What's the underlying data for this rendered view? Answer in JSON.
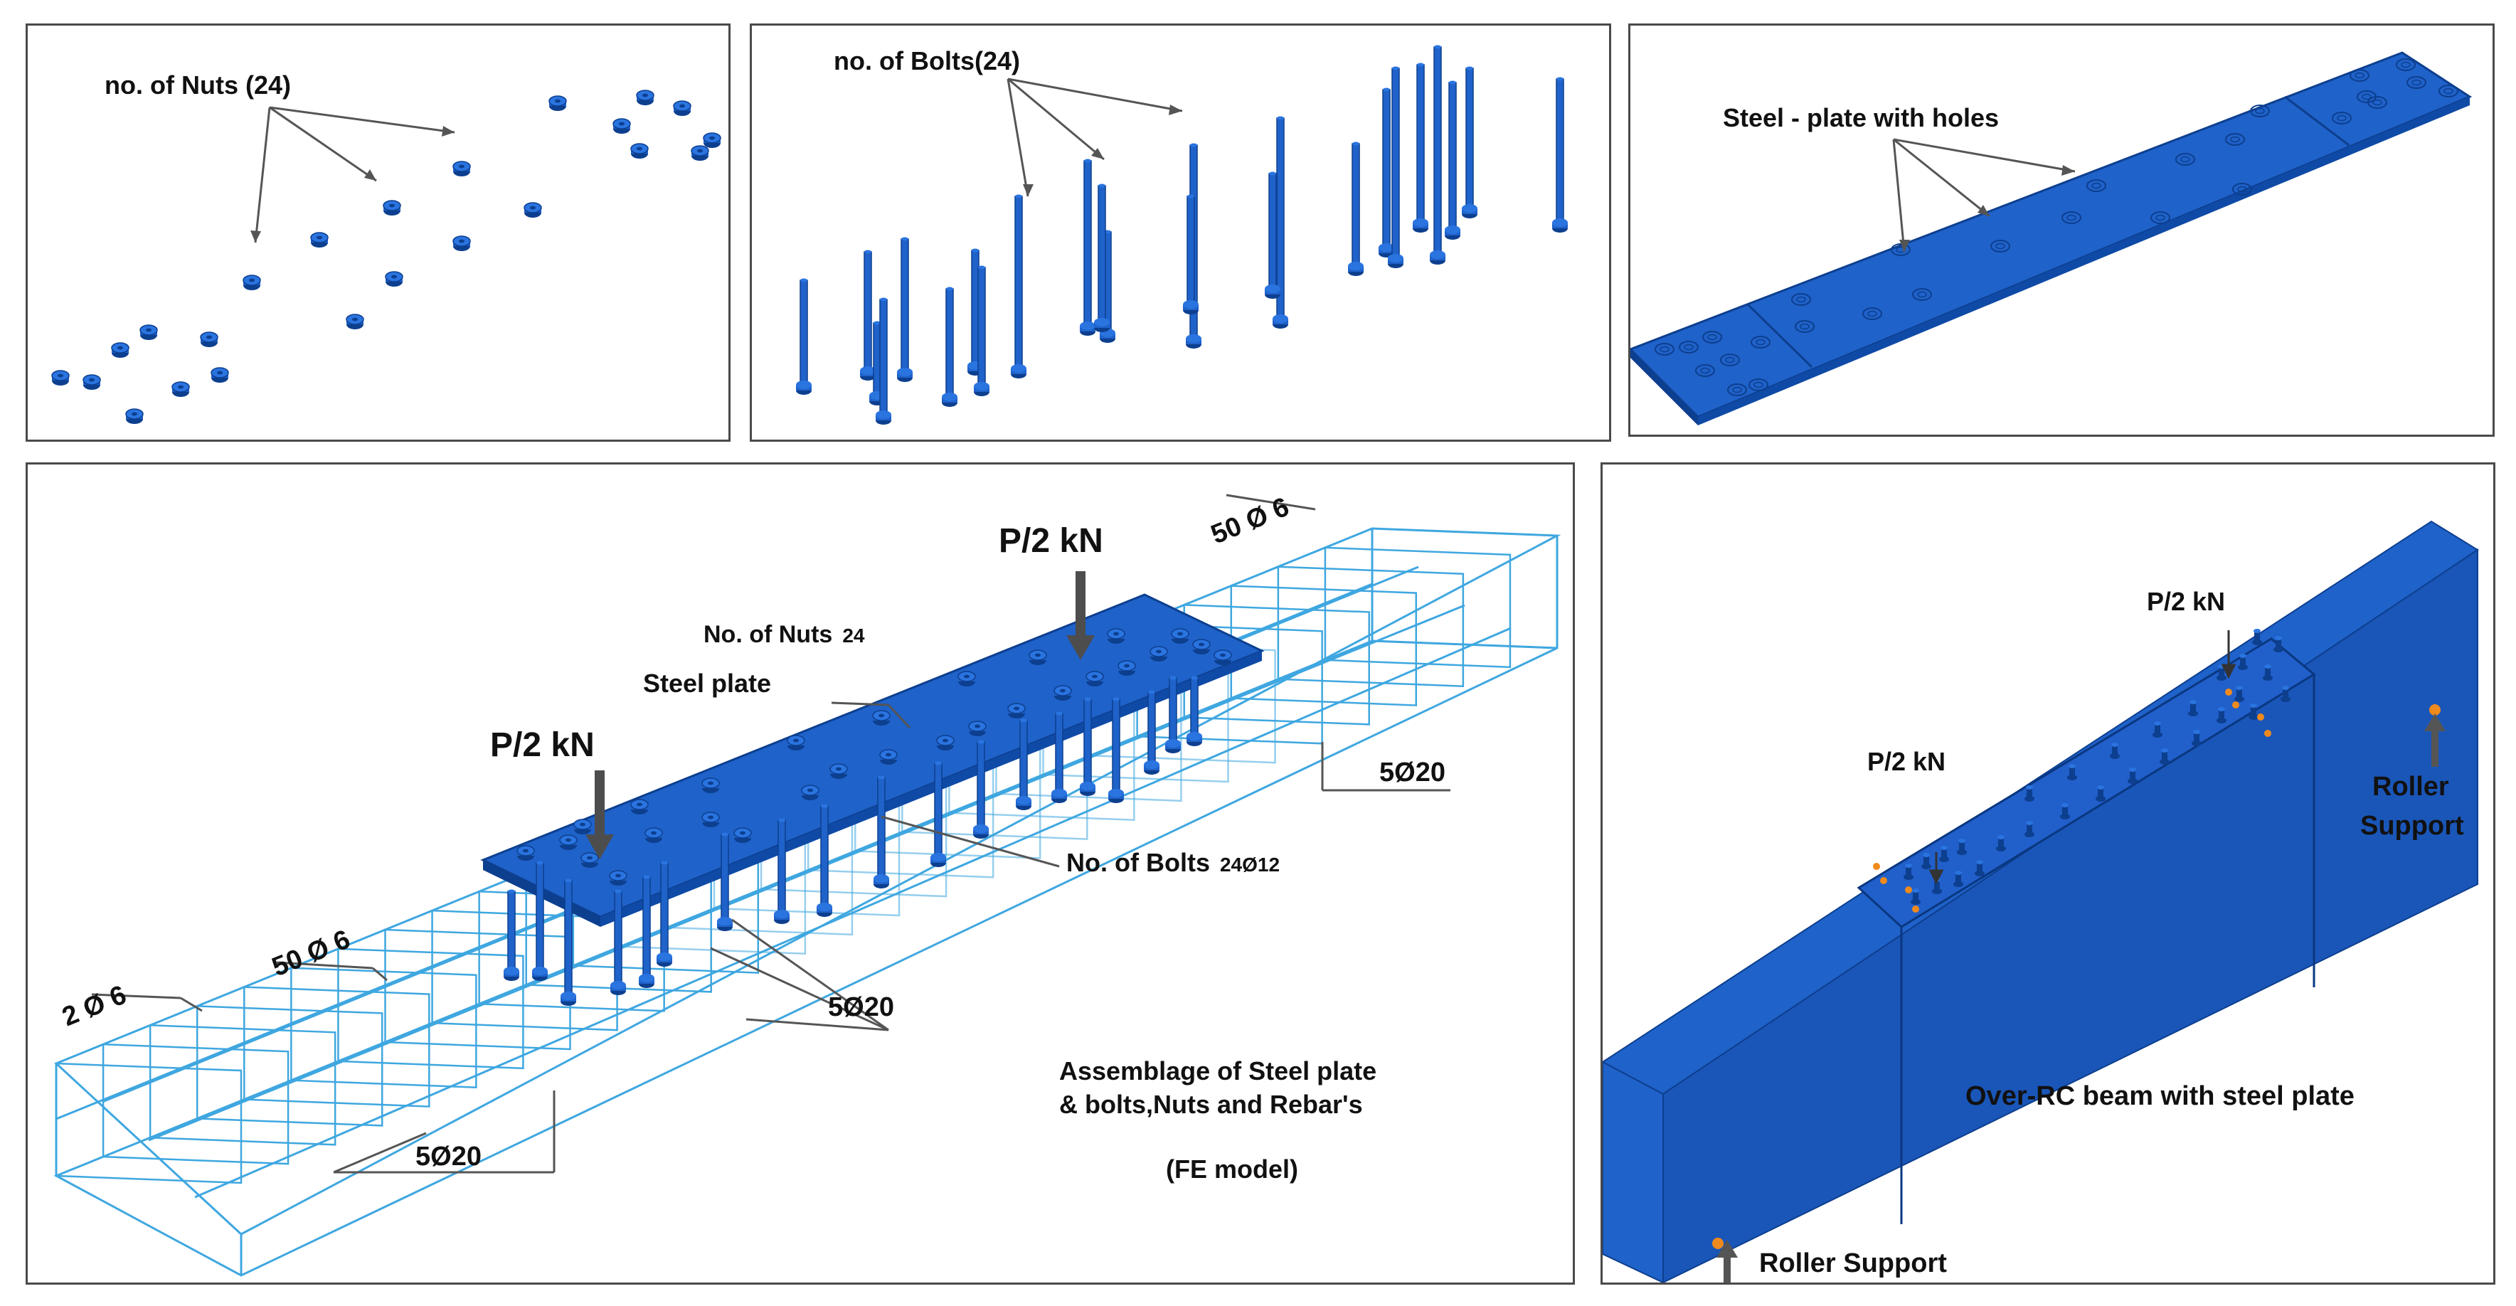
{
  "colors": {
    "steel": "#1f62c9",
    "steel_dark": "#0d3f8f",
    "beam_side": "#1a56b8",
    "rebar": "#3fa7e0",
    "leader": "#555555",
    "support_mark": "#f08a1c"
  },
  "nuts_panel": {
    "label": "no. of Nuts (24)",
    "nut_count": 24
  },
  "bolts_panel": {
    "label": "no. of Bolts(24)",
    "bolt_count": 24
  },
  "plate_panel": {
    "label": "Steel - plate with  holes"
  },
  "fe_panel": {
    "load_left": "P/2 kN",
    "load_right": "P/2 kN",
    "stirrups_top": "50 Ø 6",
    "stirrups_bottom": "50 Ø 6",
    "top_bars": "2 Ø 6",
    "nuts_label": "No. of Nuts",
    "nuts_count": "24",
    "plate_label": "Steel plate",
    "bolts_label": "No. of Bolts",
    "bolts_spec": "24Ø12",
    "bars_right": "5Ø20",
    "bars_middle": "5Ø20",
    "bars_bottom": "5Ø20",
    "caption_line1": "Assemblage of Steel plate",
    "caption_line2": "& bolts,Nuts and Rebar's",
    "caption_line3": "(FE model)"
  },
  "beam_panel": {
    "load_left": "P/2 kN",
    "load_right": "P/2 kN",
    "support_right_line1": "Roller",
    "support_right_line2": "Support",
    "support_left": "Roller Support",
    "caption": "Over-RC beam with steel plate"
  }
}
